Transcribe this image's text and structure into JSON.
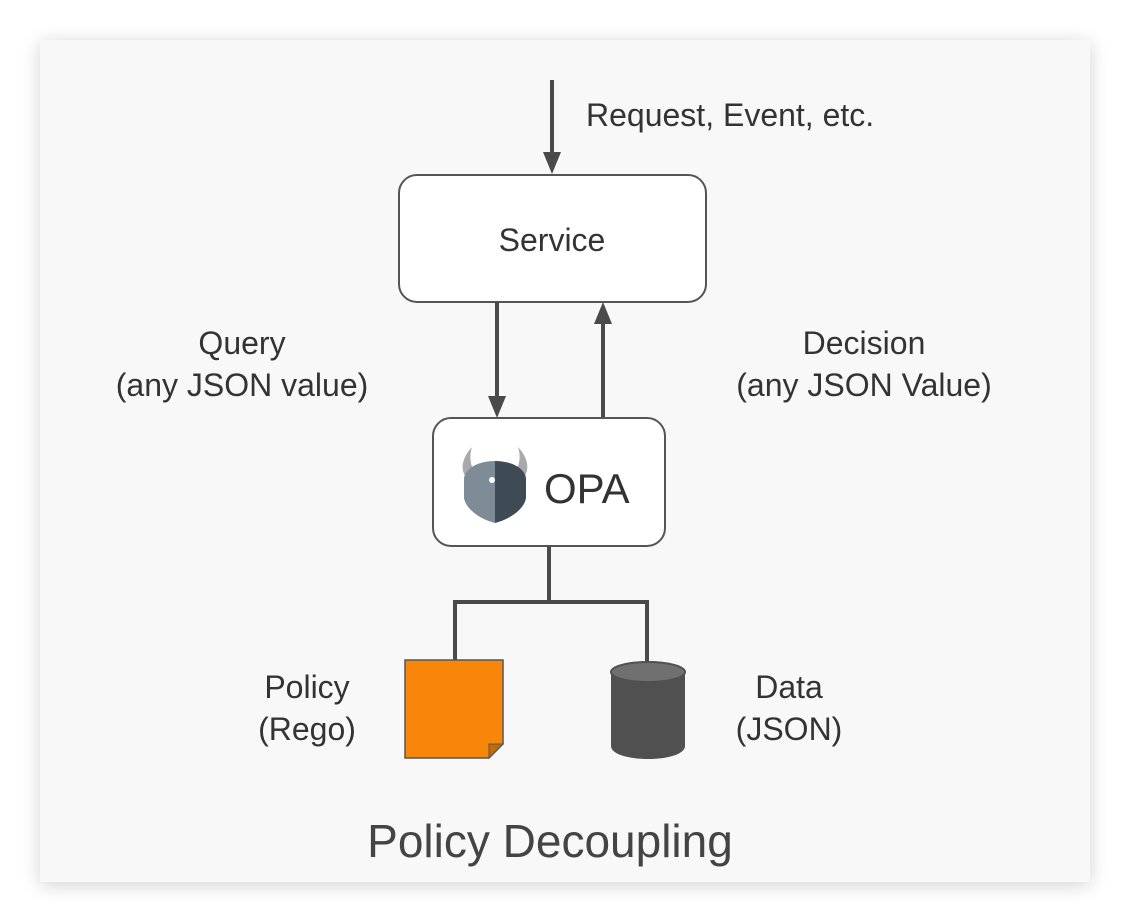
{
  "diagram": {
    "input_label": "Request, Event, etc.",
    "service_label": "Service",
    "query_label_line1": "Query",
    "query_label_line2": "(any JSON value)",
    "decision_label_line1": "Decision",
    "decision_label_line2": "(any JSON Value)",
    "opa_label": "OPA",
    "policy_label_line1": "Policy",
    "policy_label_line2": "(Rego)",
    "data_label_line1": "Data",
    "data_label_line2": "(JSON)",
    "caption": "Policy Decoupling"
  },
  "colors": {
    "line": "#4a4a4a",
    "box_stroke": "#555555",
    "policy_fill": "#f8860a",
    "data_fill": "#505050",
    "data_top": "#707070",
    "opa_logo_dark": "#3e4a54",
    "opa_logo_light": "#7d8c96",
    "opa_horns": "#a9a9a9"
  }
}
